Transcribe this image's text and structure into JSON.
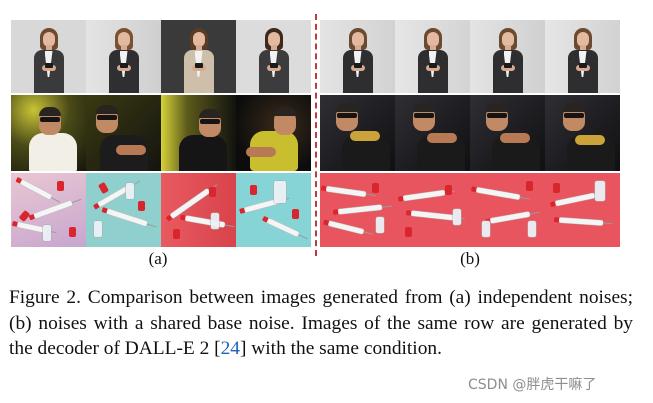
{
  "figure": {
    "panel_a_label": "(a)",
    "panel_b_label": "(b)",
    "caption_before_ref": "Figure 2. Comparison between images generated from (a) independent noises; (b) noises with a shared base noise. Images of the same row are generated by the decoder of DALL-E 2 [",
    "caption_ref": "24",
    "caption_after_ref": "] with the same condition.",
    "rows": [
      "business-woman",
      "man-with-glasses",
      "syringes"
    ]
  },
  "watermark": "CSDN @胖虎干嘛了",
  "colors": {
    "divider": "#c0393b",
    "citation": "#1f5fbf",
    "pink_background": "#e8555e"
  }
}
